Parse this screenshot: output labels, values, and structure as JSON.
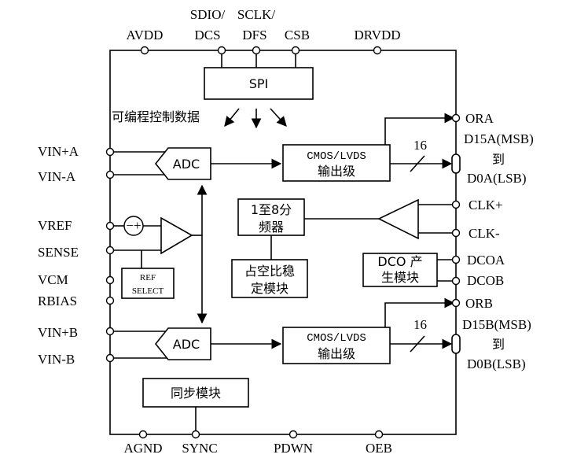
{
  "top_pins": {
    "avdd": "AVDD",
    "sdio": "SDIO/",
    "dcs": "DCS",
    "sclk": "SCLK/",
    "dfs": "DFS",
    "csb": "CSB",
    "drvdd": "DRVDD"
  },
  "left_pins": {
    "vin_plus_a": "VIN+A",
    "vin_minus_a": "VIN-A",
    "vref": "VREF",
    "sense": "SENSE",
    "vcm": "VCM",
    "rbias": "RBIAS",
    "vin_plus_b": "VIN+B",
    "vin_minus_b": "VIN-B"
  },
  "right_pins": {
    "ora": "ORA",
    "d15a": "D15A(MSB)",
    "to_a": "到",
    "d0a": "D0A(LSB)",
    "clk_plus": "CLK+",
    "clk_minus": "CLK-",
    "dcoa": "DCOA",
    "dcob": "DCOB",
    "orb": "ORB",
    "d15b": "D15B(MSB)",
    "to_b": "到",
    "d0b": "D0B(LSB)"
  },
  "bottom_pins": {
    "agnd": "AGND",
    "sync": "SYNC",
    "pdwn": "PDWN",
    "oeb": "OEB"
  },
  "blocks": {
    "spi": "SPI",
    "programmable_data": "可编程控制数据",
    "adc_a": "ADC",
    "adc_b": "ADC",
    "cmos_lvds_a": "CMOS/LVDS",
    "output_stage_a": "输出级",
    "cmos_lvds_b": "CMOS/LVDS",
    "output_stage_b": "输出级",
    "bus_width_a": "16",
    "bus_width_b": "16",
    "divider_line1": "1至8分",
    "divider_line2": "频器",
    "duty_line1": "占空比稳",
    "duty_line2": "定模块",
    "dco_line1": "DCO  产",
    "dco_line2": "生模块",
    "ref_line1": "REF",
    "ref_line2": "SELECT",
    "sync_block": "同步模块",
    "vref_symbol": "−+"
  }
}
